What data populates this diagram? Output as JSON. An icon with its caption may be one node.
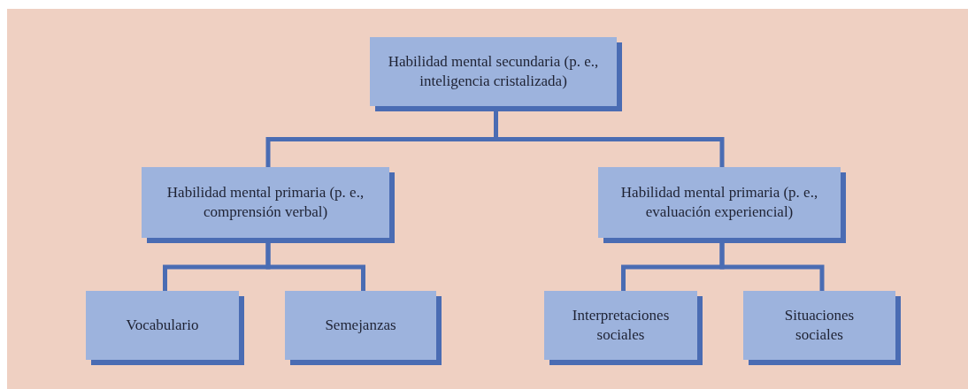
{
  "diagram": {
    "nodes": [
      {
        "text": [
          "Habilidad mental secundaria (p. e., inteligencia cristalizada)"
        ]
      },
      {
        "text": [
          "Habilidad mental primaria (p. e., comprensión verbal)"
        ]
      },
      {
        "text": [
          "Habilidad mental primaria (p. e., evaluación experiencial)"
        ]
      },
      {
        "text": [
          "Vocabulario"
        ]
      },
      {
        "text": [
          "Semejanzas"
        ]
      },
      {
        "text": [
          "Interpretaciones sociales"
        ]
      },
      {
        "text": [
          "Situaciones sociales"
        ]
      }
    ],
    "edges": [
      {
        "from": 0,
        "to": 1,
        "arrow": "none"
      },
      {
        "from": 0,
        "to": 2,
        "arrow": "none"
      },
      {
        "from": 1,
        "to": 3,
        "arrow": "none"
      },
      {
        "from": 1,
        "to": 4,
        "arrow": "none"
      },
      {
        "from": 2,
        "to": 5,
        "arrow": "none"
      },
      {
        "from": 2,
        "to": 6,
        "arrow": "none"
      }
    ]
  }
}
